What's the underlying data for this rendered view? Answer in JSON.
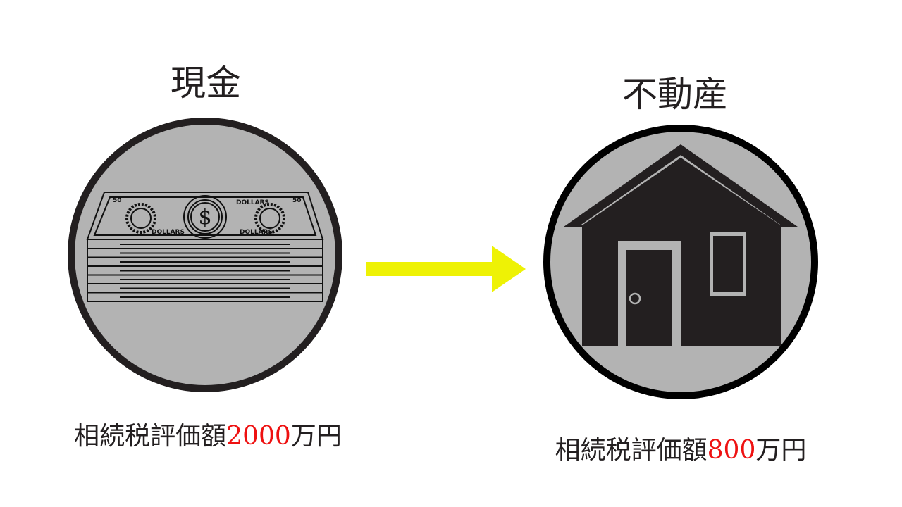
{
  "left": {
    "title": "現金",
    "caption_prefix": "相続税評価額",
    "amount": "2000",
    "unit": "万円",
    "illustration_text": [
      "50",
      "DOLLARS",
      "$"
    ]
  },
  "right": {
    "title": "不動産",
    "caption_prefix": "相続税評価額",
    "amount": "800",
    "unit": "万円"
  },
  "colors": {
    "arrow": "#eef205",
    "amount": "#ee1111",
    "circle_fill": "#b3b3b3",
    "dark": "#231f20"
  }
}
